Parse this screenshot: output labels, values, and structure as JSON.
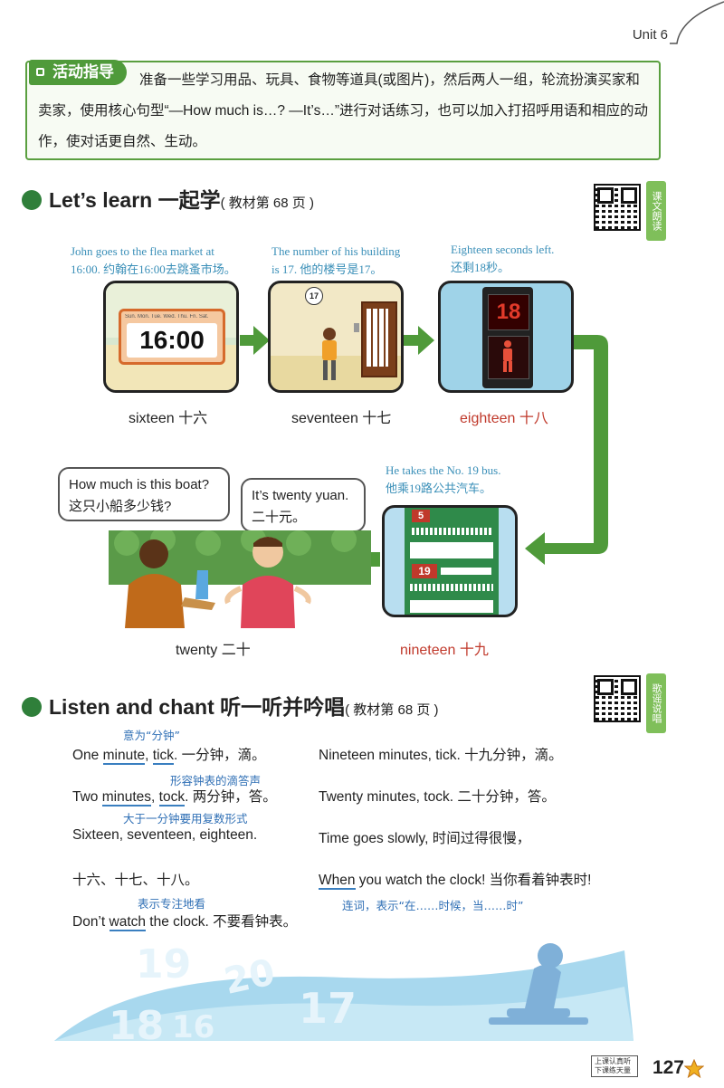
{
  "header": {
    "unit": "Unit 6"
  },
  "guide": {
    "tag": "活动指导",
    "text": "准备一些学习用品、玩具、食物等道具(或图片)，然后两人一组，轮流扮演买家和卖家，使用核心句型“—How much is…? —It’s…”进行对话练习，也可以加入打招呼用语和相应的动作，使对话更自然、生动。"
  },
  "learn": {
    "title": "Let’s learn 一起学",
    "ref": "( 教材第 68 页 )",
    "tab": "课文朗读",
    "caption1": [
      "John goes to the flea market at",
      "16:00. 约翰在16:00去跳蚤市场。"
    ],
    "caption2": [
      "The number of his building",
      "is 17. 他的楼号是17。"
    ],
    "caption3": [
      "Eighteen seconds left.",
      "还剩18秒。"
    ],
    "caption4": [
      "He takes the No. 19 bus.",
      "他乘19路公共汽车。"
    ],
    "clock": {
      "time": "16:00",
      "days": "Sun. Mon. Tue. Wed. Thu. Fri. Sat."
    },
    "building_no": "17",
    "signal_no": "18",
    "bus_nos": [
      "5",
      "19"
    ],
    "words": {
      "w16": "sixteen 十六",
      "w17": "seventeen 十七",
      "w18": "eighteen 十八",
      "w19": "nineteen 十九",
      "w20": "twenty 二十"
    },
    "bubble_left": [
      "How much is this boat?",
      "这只小船多少钱?"
    ],
    "bubble_right": [
      "It’s twenty yuan.",
      "二十元。"
    ]
  },
  "chant": {
    "title": "Listen and chant 听一听并吟唱",
    "ref": "( 教材第 68 页 )",
    "tab": "歌谣说唱",
    "l1a": "One ",
    "l1b": "minute",
    "l1c": ", ",
    "l1d": "tick",
    "l1e": ". 一分钟，滴。",
    "l2a": "Two ",
    "l2b": "minutes",
    "l2c": ", ",
    "l2d": "tock",
    "l2e": ". 两分钟，答。",
    "l3": "Sixteen, seventeen, eighteen.",
    "l4": "十六、十七、十八。",
    "l5a": "Don’t ",
    "l5b": "watch",
    "l5c": " the clock. 不要看钟表。",
    "r1": "Nineteen minutes, tick. 十九分钟，滴。",
    "r2": "Twenty minutes, tock. 二十分钟，答。",
    "r3": "Time goes slowly, 时间过得很慢，",
    "r4a": "When",
    "r4b": " you watch the clock! 当你看着钟表时!",
    "n1": "意为“分钟”",
    "n2": "形容钟表的滴答声",
    "n3": "大于一分钟要用复数形式",
    "n4": "表示专注地看",
    "n5": "连词，表示“在……时候，当……时”"
  },
  "footer": {
    "box": "上课认真听 下课练天量",
    "page": "127"
  }
}
